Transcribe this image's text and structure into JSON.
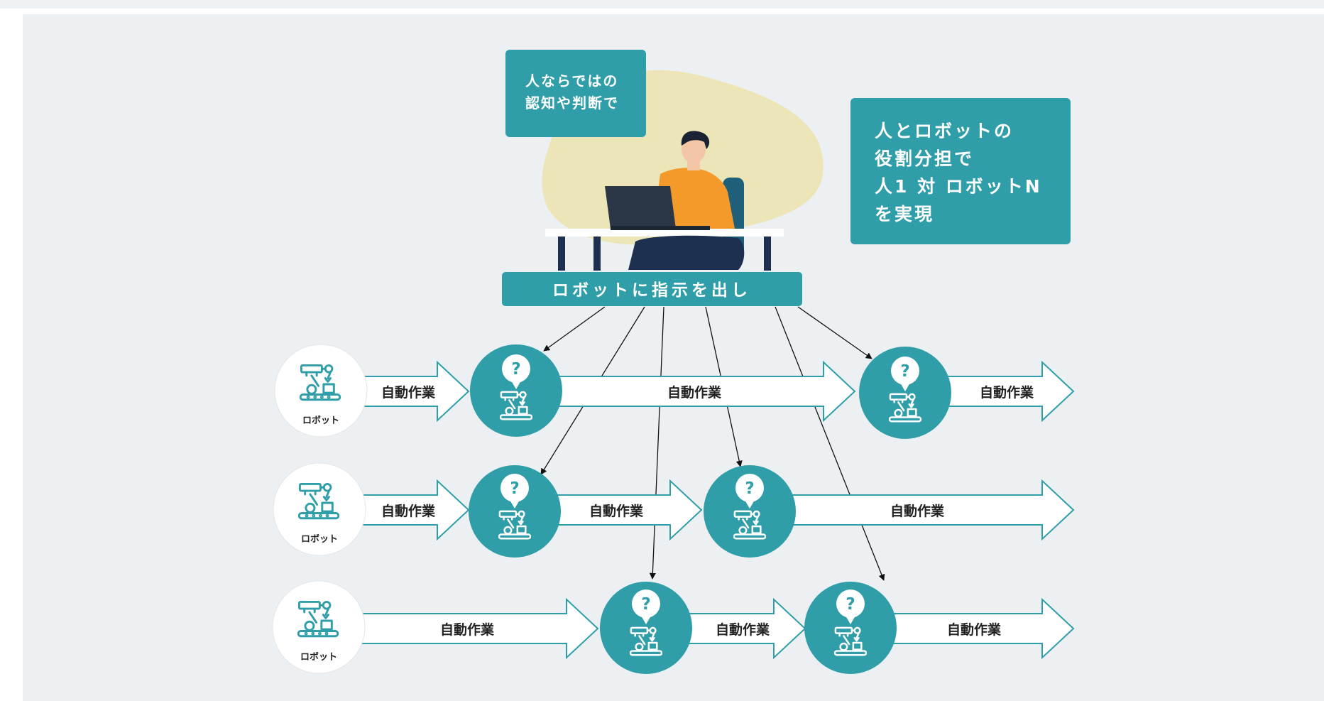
{
  "colors": {
    "teal": "#2f9ea8",
    "teal_dark": "#27878f",
    "blob": "#ebe5b8",
    "panel": "#edf0f2",
    "sweater": "#f39a2b",
    "pants": "#1d3050",
    "laptop": "#2b3747"
  },
  "speech_bubble": {
    "lines": [
      "人ならではの",
      "認知や判断で"
    ]
  },
  "role_box": {
    "lines": [
      "人とロボットの",
      "役割分担で",
      "人1 対 ロボットN",
      "を実現"
    ]
  },
  "instruction_bar": {
    "label": "ロボットに指示を出し"
  },
  "robot_label": "ロボット",
  "task_label": "自動作業",
  "question_mark": "?",
  "icons": {
    "robot": "industrial-robot-arm-icon",
    "question": "question-bubble-icon",
    "person": "person-at-laptop-illustration"
  }
}
